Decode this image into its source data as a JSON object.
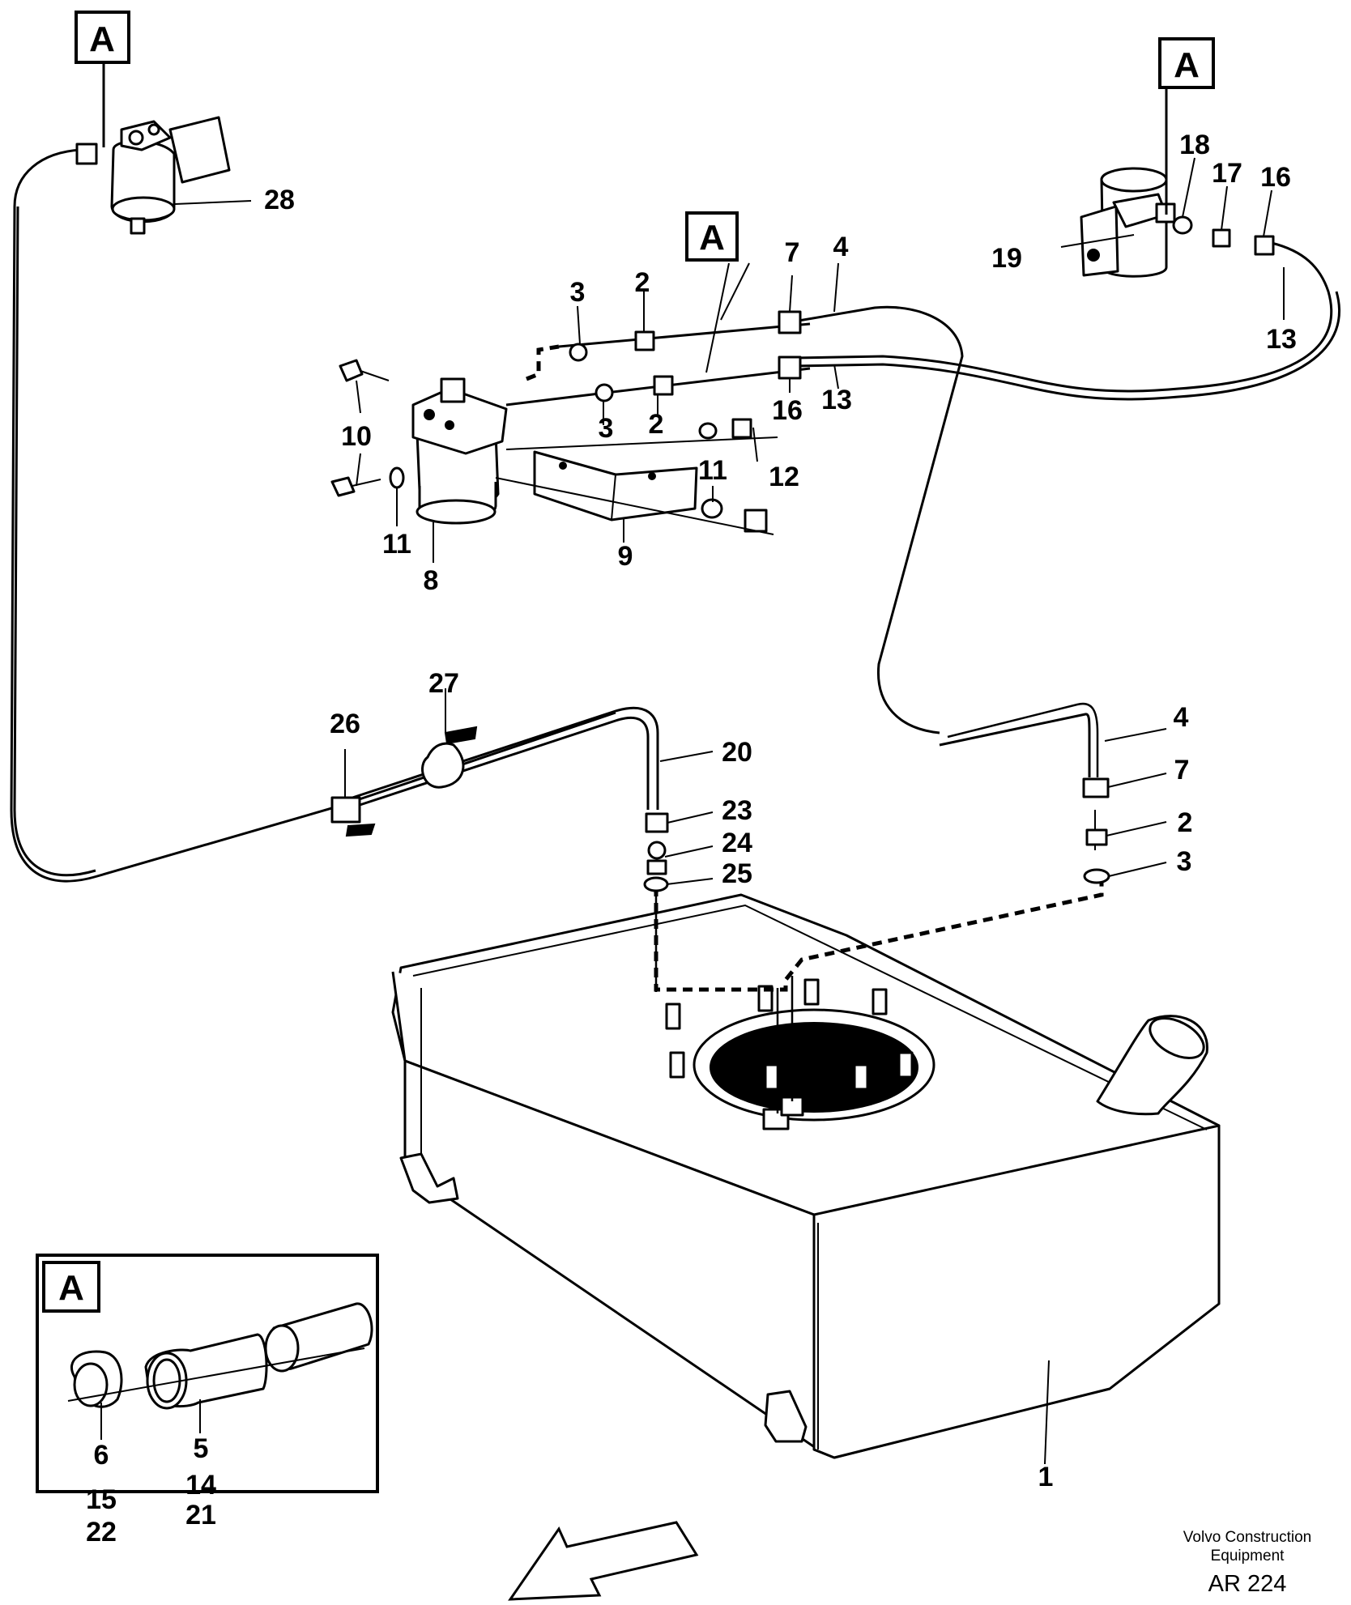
{
  "detail_flag": "A",
  "part_labels": [
    "1",
    "2",
    "3",
    "4",
    "5",
    "6",
    "7",
    "8",
    "9",
    "10",
    "11",
    "12",
    "13",
    "14",
    "15",
    "16",
    "17",
    "18",
    "19",
    "20",
    "21",
    "22",
    "23",
    "24",
    "25",
    "26",
    "27",
    "28"
  ],
  "inset": {
    "flag": "A",
    "labels": [
      "6",
      "15",
      "22",
      "5",
      "14",
      "21"
    ]
  },
  "footer": {
    "manufacturer_line1": "Volvo Construction",
    "manufacturer_line2": "Equipment",
    "drawing_code": "AR 224"
  }
}
